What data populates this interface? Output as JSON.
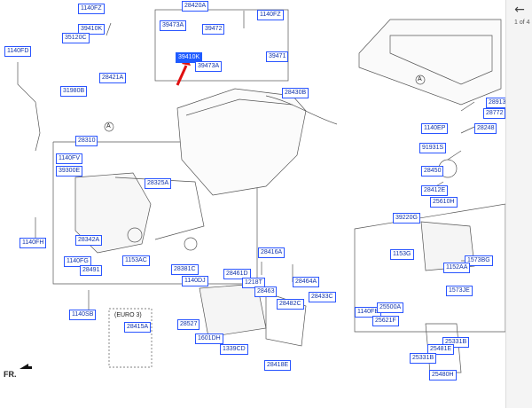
{
  "viewer": {
    "page_indicator": "1 of 4",
    "back_icon": "arrow-left-icon"
  },
  "diagram": {
    "fr_label": "FR.",
    "euro_note": "(EURO 3)",
    "callout_letter": "A",
    "highlight_color": "#1f5bff",
    "arrow_color": "#e01010",
    "label_color": "#2a55ff",
    "part_labels": [
      "1140FZ",
      "39410K",
      "35120C",
      "1140FD",
      "28421A",
      "31980B",
      "28420A",
      "39473A",
      "39472",
      "39410K",
      "39473A",
      "1140FZ",
      "39471",
      "28430B",
      "28913",
      "28772",
      "1140EP",
      "28248",
      "91931S",
      "28450",
      "28412E",
      "25610H",
      "28310",
      "1140FV",
      "39300E",
      "28325A",
      "28342A",
      "1140FG",
      "28491",
      "1153AC",
      "28381C",
      "1140DJ",
      "1140FH",
      "1140SB",
      "28415A",
      "28416A",
      "28461D",
      "1218T",
      "28463",
      "28464A",
      "28433C",
      "28482C",
      "28527",
      "1601DH",
      "1339CD",
      "28418E",
      "39220G",
      "1153G",
      "1573BG",
      "1152AA",
      "1573JE",
      "1140FB",
      "25500A",
      "25621F",
      "25331B",
      "25481E",
      "25331B",
      "25480H"
    ]
  }
}
